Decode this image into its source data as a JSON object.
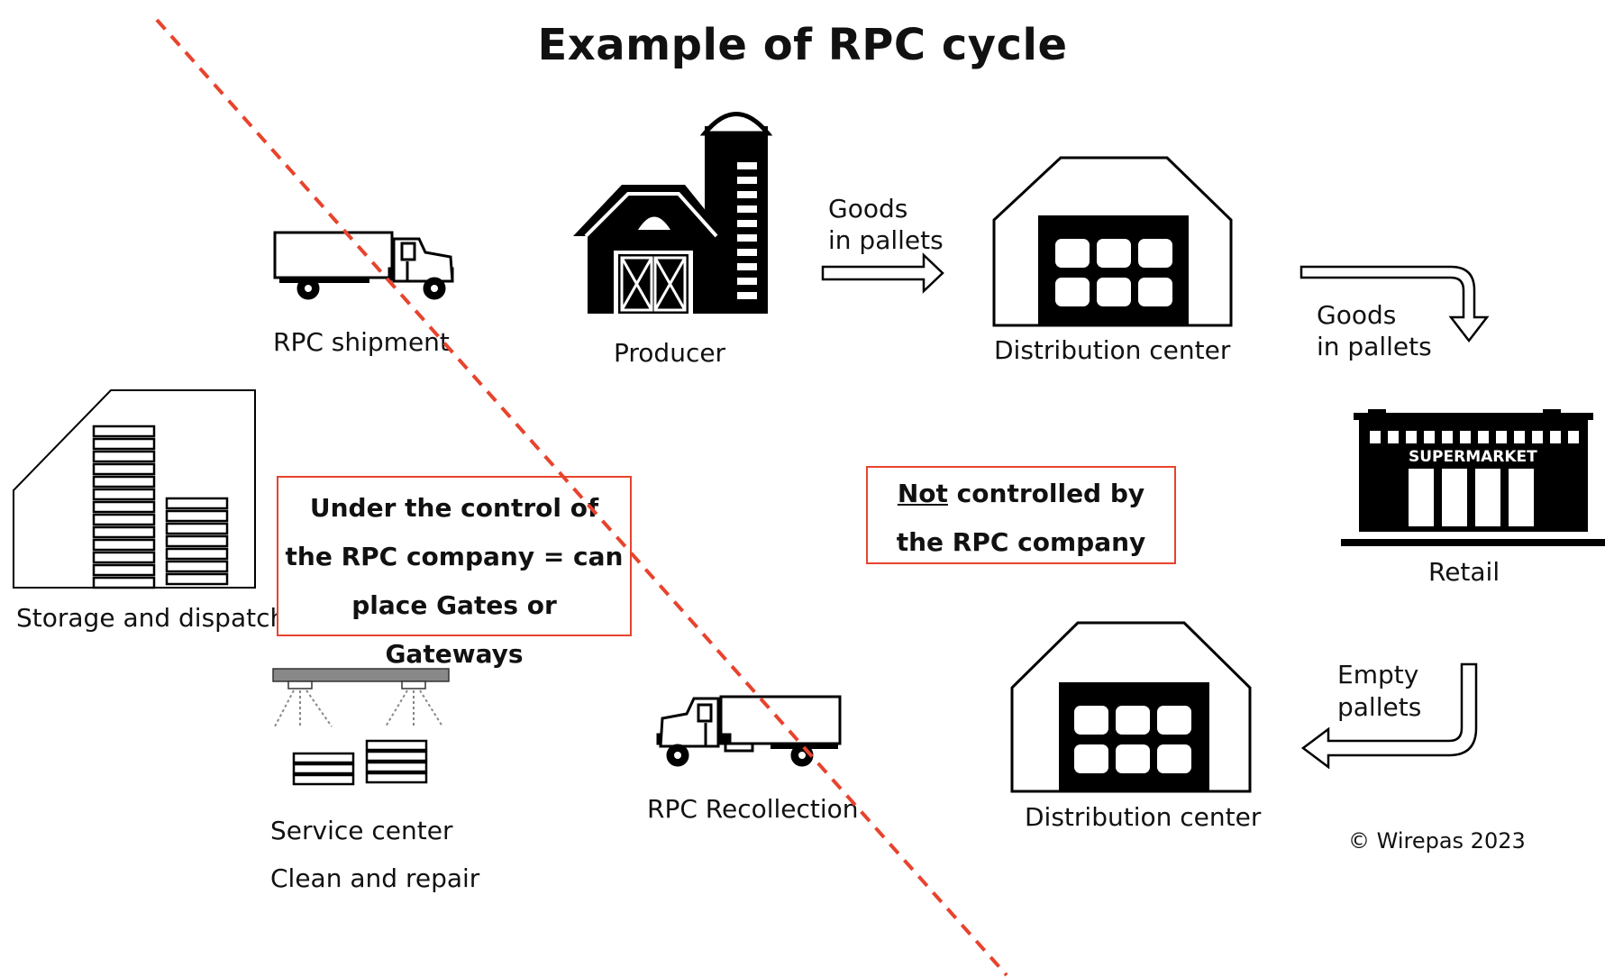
{
  "title": "Example of RPC cycle",
  "nodes": {
    "rpc_shipment": "RPC shipment",
    "producer": "Producer",
    "distribution_top": "Distribution center",
    "retail": "Retail",
    "supermarket_sign": "SUPERMARKET",
    "distribution_bottom": "Distribution center",
    "rpc_recollection": "RPC Recollection",
    "storage": "Storage and dispatch",
    "service_line1": "Service center",
    "service_line2": "Clean and repair"
  },
  "arrows": {
    "goods_top_l1": "Goods",
    "goods_top_l2": "in pallets",
    "goods_right_l1": "Goods",
    "goods_right_l2": "in pallets",
    "empty_l1": "Empty",
    "empty_l2": "pallets"
  },
  "controlled_box": {
    "line1": "Under the control of",
    "line2": "the RPC company = can",
    "line3": "place Gates or Gateways"
  },
  "not_controlled_box": {
    "word1": "Not",
    "line1_rest": " controlled by",
    "line2": "the RPC company"
  },
  "copyright": "© Wirepas 2023",
  "colors": {
    "divider": "#e8432d",
    "ink": "#000000",
    "service_bar": "#888888"
  }
}
